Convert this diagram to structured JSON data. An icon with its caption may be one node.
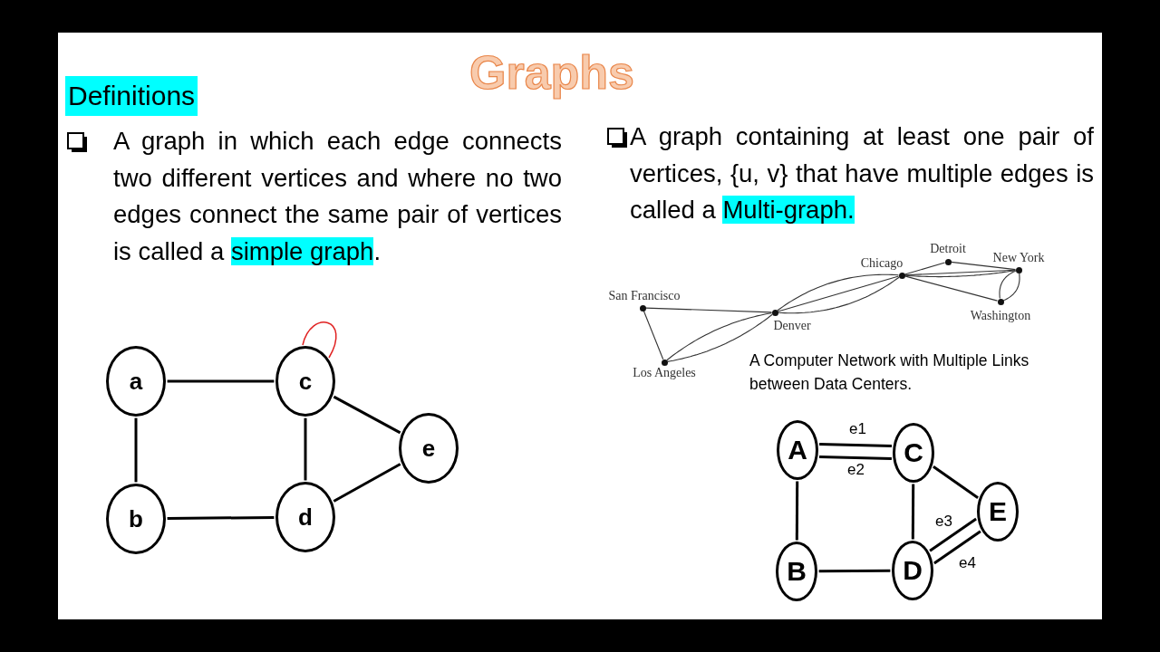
{
  "diagram": {
    "title": "Graphs",
    "nodes": [
      {
        "text": [
          "a"
        ]
      },
      {
        "text": [
          "c"
        ]
      },
      {
        "text": [
          "e"
        ]
      },
      {
        "text": [
          "b"
        ]
      },
      {
        "text": [
          "d"
        ]
      },
      {
        "text": [],
        "shape": "circle",
        "beside": [
          "San Francisco"
        ]
      },
      {
        "text": [],
        "shape": "circle",
        "beside": [
          "Chicago"
        ]
      },
      {
        "text": [],
        "shape": "circle",
        "beside": [
          "Detroit"
        ]
      },
      {
        "text": [],
        "shape": "circle",
        "beside": [
          "New York"
        ]
      },
      {
        "text": [],
        "shape": "circle",
        "beside": [
          "Denver"
        ]
      },
      {
        "text": [],
        "shape": "circle",
        "beside": [
          "Washington"
        ]
      },
      {
        "text": [],
        "shape": "circle",
        "beside": [
          "Los Angeles"
        ]
      },
      {
        "text": [
          "A"
        ]
      },
      {
        "text": [
          "C"
        ]
      },
      {
        "text": [
          "E"
        ]
      },
      {
        "text": [
          "B"
        ]
      },
      {
        "text": [
          "D"
        ]
      }
    ],
    "edges": [
      {
        "from": 0,
        "to": 1,
        "arrow": "none"
      },
      {
        "from": 0,
        "to": 3,
        "arrow": "none"
      },
      {
        "from": 1,
        "to": 4,
        "arrow": "none"
      },
      {
        "from": 1,
        "to": 2,
        "arrow": "none"
      },
      {
        "from": 3,
        "to": 4,
        "arrow": "none"
      },
      {
        "from": 4,
        "to": 2,
        "arrow": "none"
      },
      {
        "from": 1,
        "to": 1,
        "arrow": "none",
        "color": "#e02020"
      },
      {
        "from": 5,
        "to": 9,
        "arrow": "none"
      },
      {
        "from": 5,
        "to": 11,
        "arrow": "none"
      },
      {
        "from": 11,
        "to": 9,
        "arrow": "none"
      },
      {
        "from": 11,
        "to": 9,
        "arrow": "none"
      },
      {
        "from": 9,
        "to": 6,
        "arrow": "none"
      },
      {
        "from": 9,
        "to": 6,
        "arrow": "none"
      },
      {
        "from": 9,
        "to": 6,
        "arrow": "none"
      },
      {
        "from": 6,
        "to": 7,
        "arrow": "none"
      },
      {
        "from": 7,
        "to": 8,
        "arrow": "none"
      },
      {
        "from": 6,
        "to": 8,
        "arrow": "none"
      },
      {
        "from": 6,
        "to": 8,
        "arrow": "none"
      },
      {
        "from": 6,
        "to": 10,
        "arrow": "none"
      },
      {
        "from": 10,
        "to": 8,
        "arrow": "none"
      },
      {
        "from": 10,
        "to": 8,
        "arrow": "none"
      },
      {
        "from": 12,
        "to": 13,
        "arrow": "none",
        "label": "e1"
      },
      {
        "from": 12,
        "to": 13,
        "arrow": "none",
        "label": "e2"
      },
      {
        "from": 12,
        "to": 15,
        "arrow": "none"
      },
      {
        "from": 13,
        "to": 16,
        "arrow": "none"
      },
      {
        "from": 13,
        "to": 14,
        "arrow": "none"
      },
      {
        "from": 15,
        "to": 16,
        "arrow": "none"
      },
      {
        "from": 16,
        "to": 14,
        "arrow": "none",
        "label": "e3"
      },
      {
        "from": 16,
        "to": 14,
        "arrow": "none",
        "label": "e4"
      }
    ],
    "labels": [
      "Definitions",
      "A graph in which each edge connects two different vertices and where no two edges connect the same pair of vertices is called a **simple graph**.",
      "A graph containing at least one pair of vertices, {u, v} that have multiple edges is called a **Multi-graph.**",
      "A Computer Network with Multiple Links between Data Centers."
    ]
  }
}
